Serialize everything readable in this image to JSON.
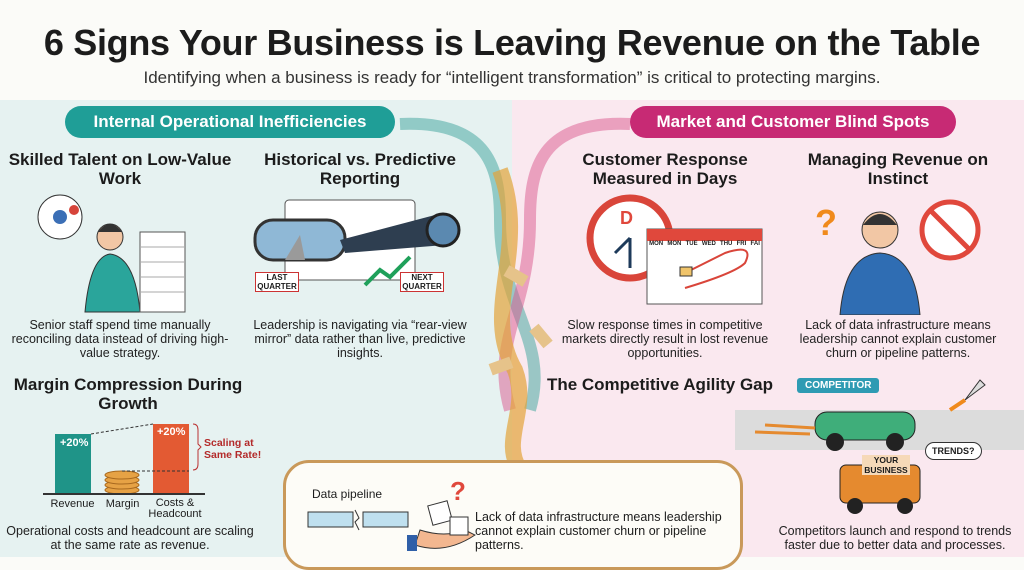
{
  "title": "6 Signs Your Business is Leaving Revenue on the Table",
  "subtitle": "Identifying when a business is ready for “intelligent transformation” is critical to protecting margins.",
  "left_section": {
    "label": "Internal Operational Inefficiencies",
    "color": "#1f9e97"
  },
  "right_section": {
    "label": "Market and Customer Blind Spots",
    "color": "#c72a74"
  },
  "signs": [
    {
      "title": "Skilled Talent on Low-Value Work",
      "desc": "Senior staff spend time manually reconciling data instead of driving high-value strategy."
    },
    {
      "title": "Historical vs. Predictive Reporting",
      "desc": "Leadership is navigating via “rear-view mirror” data rather than live, predictive insights.",
      "tags": [
        "LAST QUARTER",
        "NEXT QUARTER"
      ]
    },
    {
      "title": "Customer Response Measured in Days",
      "desc": "Slow response times in competitive markets directly result in lost revenue opportunities.",
      "clock_letter": "D",
      "days": [
        "MON",
        "MON",
        "TUE",
        "WED",
        "THU",
        "FRI",
        "FAI"
      ]
    },
    {
      "title": "Managing Revenue on Instinct",
      "desc": "Lack of data infrastructure means leadership cannot explain customer churn or pipeline patterns."
    },
    {
      "title": "Margin Compression During Growth",
      "desc": "Operational costs and headcount are scaling at the same rate as revenue.",
      "bars": [
        {
          "label": "Revenue",
          "tag": "+20%"
        },
        {
          "label": "Margin",
          "tag": ""
        },
        {
          "label": "Costs & Headcount",
          "tag": "+20%"
        }
      ],
      "note": "Scaling at Same Rate!"
    },
    {
      "title": "The Competitive Agility Gap",
      "desc": "Competitors launch and respond to trends faster due to better data and processes.",
      "competitor": "COMPETITOR",
      "yours": "YOUR BUSINESS",
      "bubble": "TRENDS?"
    }
  ],
  "bottom": {
    "pipeline_label": "Data pipeline",
    "desc": "Lack of data infrastructure means leadership cannot explain customer churn or pipeline patterns."
  }
}
